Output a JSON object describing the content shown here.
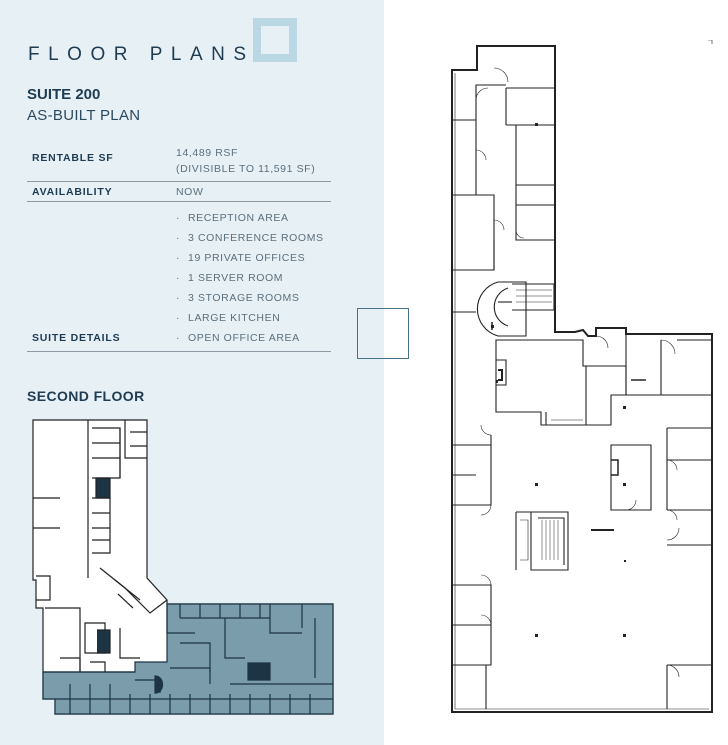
{
  "header": {
    "title": "FLOOR PLANS"
  },
  "suite": {
    "name": "SUITE 200",
    "subtitle": "AS-BUILT PLAN"
  },
  "specs": {
    "rentable_label": "RENTABLE SF",
    "rentable_value": "14,489 RSF",
    "rentable_note": "(DIVISIBLE TO 11,591 SF)",
    "availability_label": "AVAILABILITY",
    "availability_value": "NOW",
    "details_label": "SUITE DETAILS",
    "details": [
      "RECEPTION AREA",
      "3 CONFERENCE ROOMS",
      "19 PRIVATE OFFICES",
      "1 SERVER ROOM",
      "3 STORAGE ROOMS",
      "LARGE KITCHEN",
      "OPEN OFFICE AREA"
    ],
    "bullet": "·"
  },
  "floor": {
    "label": "SECOND FLOOR"
  },
  "colors": {
    "panel_bg": "#e7f0f4",
    "accent": "#b9d8e3",
    "text_dark": "#1e3b52",
    "highlight_suite": "#7a9cab",
    "plan_line": "#222222"
  }
}
